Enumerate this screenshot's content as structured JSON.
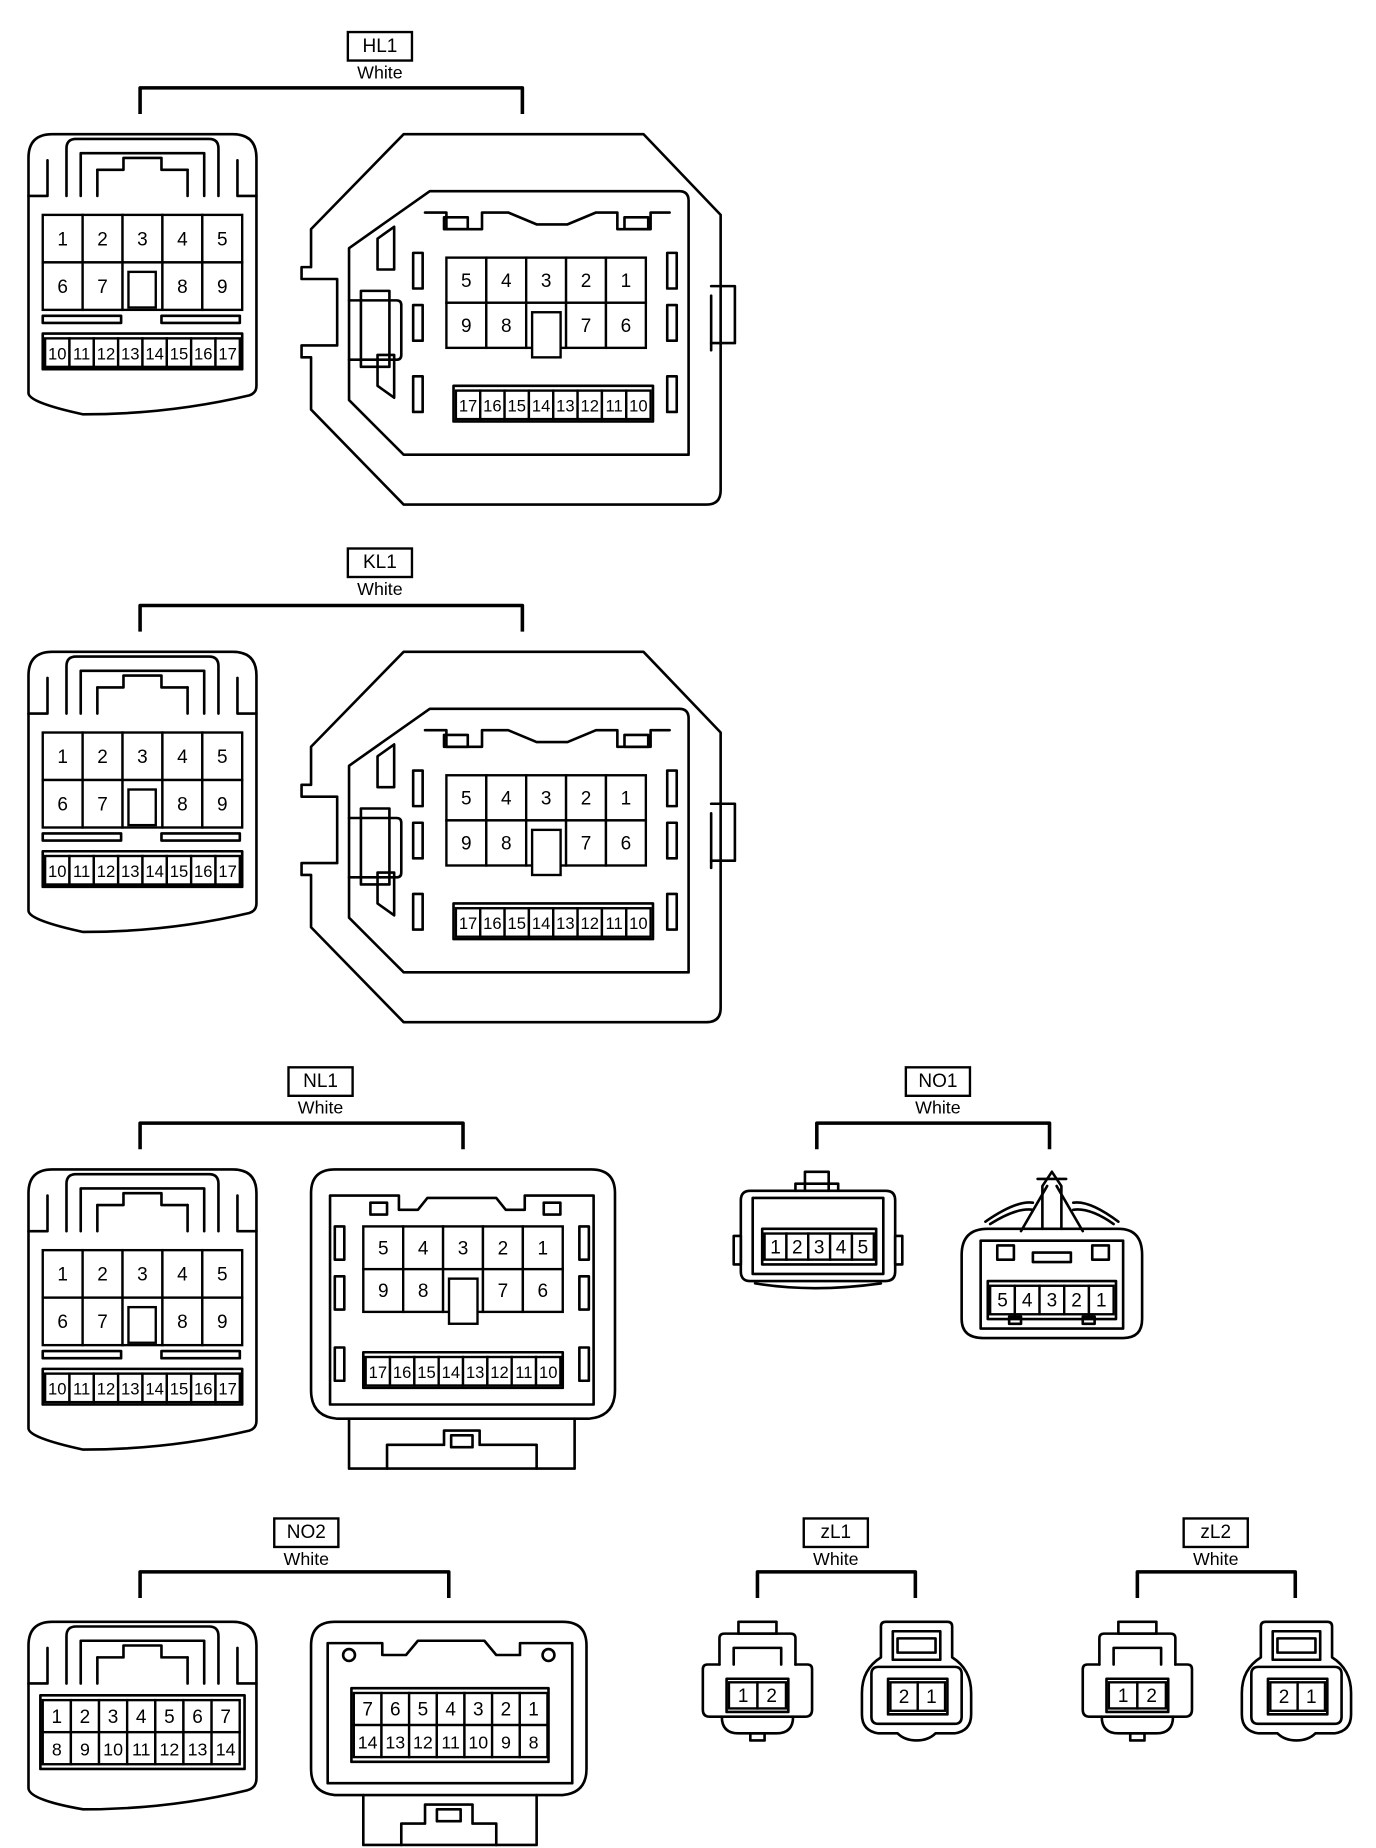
{
  "groups": [
    {
      "id": "hl1",
      "label": "HL1",
      "color": "White",
      "left": {
        "top": [
          "1",
          "2",
          "3",
          "4",
          "5"
        ],
        "mid": [
          "6",
          "7",
          "",
          "8",
          "9"
        ],
        "bot": [
          "10",
          "11",
          "12",
          "13",
          "14",
          "15",
          "16",
          "17"
        ]
      },
      "right": {
        "top": [
          "5",
          "4",
          "3",
          "2",
          "1"
        ],
        "mid": [
          "9",
          "8",
          "",
          "7",
          "6"
        ],
        "bot": [
          "17",
          "16",
          "15",
          "14",
          "13",
          "12",
          "11",
          "10"
        ]
      }
    },
    {
      "id": "kl1",
      "label": "KL1",
      "color": "White",
      "left": {
        "top": [
          "1",
          "2",
          "3",
          "4",
          "5"
        ],
        "mid": [
          "6",
          "7",
          "",
          "8",
          "9"
        ],
        "bot": [
          "10",
          "11",
          "12",
          "13",
          "14",
          "15",
          "16",
          "17"
        ]
      },
      "right": {
        "top": [
          "5",
          "4",
          "3",
          "2",
          "1"
        ],
        "mid": [
          "9",
          "8",
          "",
          "7",
          "6"
        ],
        "bot": [
          "17",
          "16",
          "15",
          "14",
          "13",
          "12",
          "11",
          "10"
        ]
      }
    },
    {
      "id": "nl1",
      "label": "NL1",
      "color": "White",
      "left": {
        "top": [
          "1",
          "2",
          "3",
          "4",
          "5"
        ],
        "mid": [
          "6",
          "7",
          "",
          "8",
          "9"
        ],
        "bot": [
          "10",
          "11",
          "12",
          "13",
          "14",
          "15",
          "16",
          "17"
        ]
      },
      "right": {
        "top": [
          "5",
          "4",
          "3",
          "2",
          "1"
        ],
        "mid": [
          "9",
          "8",
          "",
          "7",
          "6"
        ],
        "bot": [
          "17",
          "16",
          "15",
          "14",
          "13",
          "12",
          "11",
          "10"
        ]
      }
    },
    {
      "id": "no1",
      "label": "NO1",
      "color": "White",
      "left": {
        "row": [
          "1",
          "2",
          "3",
          "4",
          "5"
        ]
      },
      "right": {
        "row": [
          "5",
          "4",
          "3",
          "2",
          "1"
        ]
      }
    },
    {
      "id": "no2",
      "label": "NO2",
      "color": "White",
      "left": {
        "top": [
          "1",
          "2",
          "3",
          "4",
          "5",
          "6",
          "7"
        ],
        "bot": [
          "8",
          "9",
          "10",
          "11",
          "12",
          "13",
          "14"
        ]
      },
      "right": {
        "top": [
          "7",
          "6",
          "5",
          "4",
          "3",
          "2",
          "1"
        ],
        "bot": [
          "14",
          "13",
          "12",
          "11",
          "10",
          "9",
          "8"
        ]
      }
    },
    {
      "id": "zl1",
      "label": "zL1",
      "color": "White",
      "left": {
        "row": [
          "1",
          "2"
        ]
      },
      "right": {
        "row": [
          "2",
          "1"
        ]
      }
    },
    {
      "id": "zl2",
      "label": "zL2",
      "color": "White",
      "left": {
        "row": [
          "1",
          "2"
        ]
      },
      "right": {
        "row": [
          "2",
          "1"
        ]
      }
    }
  ]
}
